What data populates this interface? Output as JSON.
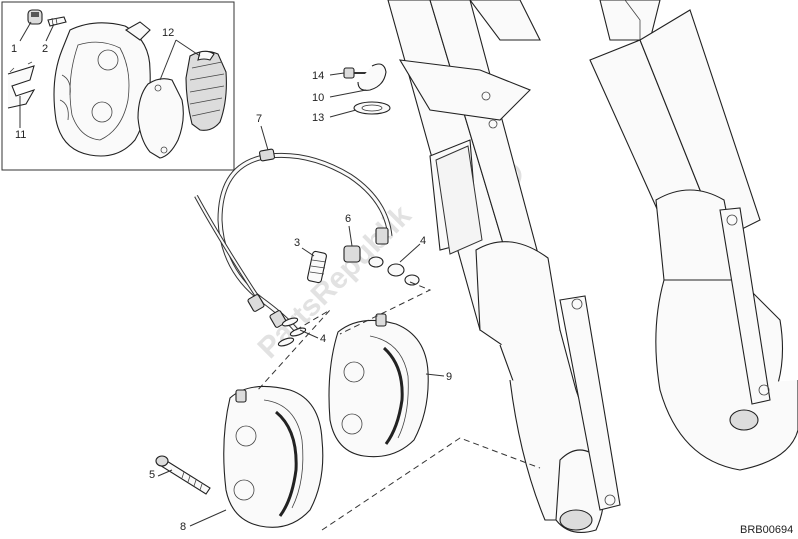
{
  "diagram": {
    "callouts": [
      "1",
      "2",
      "3",
      "4",
      "4",
      "5",
      "6",
      "7",
      "8",
      "9",
      "10",
      "11",
      "12",
      "13",
      "14"
    ],
    "watermark": "PartsRepublik",
    "reference_code": "BRB00694"
  }
}
